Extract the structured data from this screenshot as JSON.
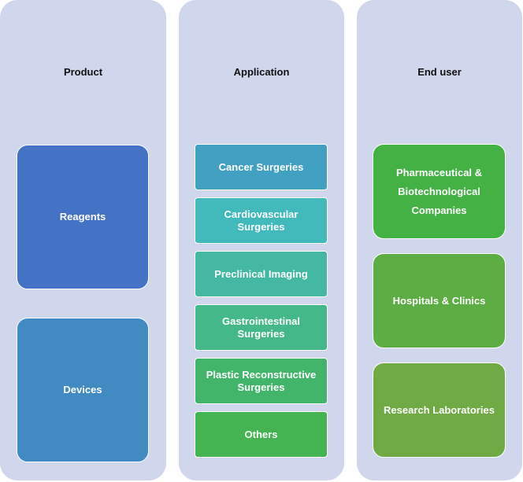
{
  "columns": [
    {
      "title": "Product",
      "items": [
        {
          "label": "Reagents",
          "color": "#4472c4"
        },
        {
          "label": "Devices",
          "color": "#428ac2"
        }
      ]
    },
    {
      "title": "Application",
      "items": [
        {
          "label": "Cancer Surgeries",
          "color": "#42a0c3"
        },
        {
          "label": "Cardiovascular Surgeries",
          "color": "#42b9bb"
        },
        {
          "label": "Preclinical Imaging",
          "color": "#44b8a2"
        },
        {
          "label": "Gastrointestinal Surgeries",
          "color": "#44b889"
        },
        {
          "label": "Plastic Reconstructive Surgeries",
          "color": "#43b56a"
        },
        {
          "label": "Others",
          "color": "#44b352"
        }
      ]
    },
    {
      "title": "End user",
      "items": [
        {
          "label": "Pharmaceutical & Biotechnological Companies",
          "color": "#44b144"
        },
        {
          "label": "Hospitals & Clinics",
          "color": "#5cae44"
        },
        {
          "label": "Research Laboratories",
          "color": "#70aa44"
        }
      ]
    }
  ]
}
